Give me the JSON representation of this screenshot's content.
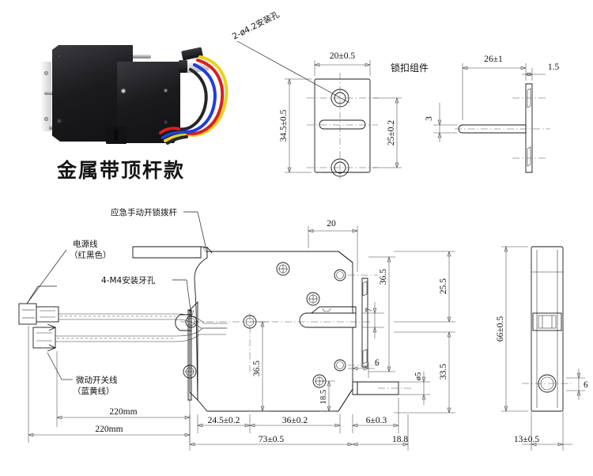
{
  "sheet": {
    "background": "#ffffff",
    "line_color": "#1a1a1a"
  },
  "product_photo": {
    "caption": "金属带顶杆款",
    "body_color": "#1b1b1e",
    "wire_colors": [
      "#d91f1f",
      "#1f3fd9",
      "#e8d21f",
      "#161616"
    ],
    "connector_color": "#efefef"
  },
  "views": {
    "lock_catch": {
      "title": "锁扣组件",
      "hole_callout": "2-ø4.2安装孔",
      "dim_width": "20±0.5",
      "dim_height": "34.5±0.5",
      "dim_hole_spacing": "25±0.2"
    },
    "lock_catch_side": {
      "dim_length": "26±1",
      "dim_thickness": "1.5",
      "dim_rod": "3"
    },
    "main_body": {
      "label_emergency_lever": "应急手动开锁拨杆",
      "label_power_wire": "电源线",
      "label_power_wire_sub": "（红黑色）",
      "label_mount_holes": "4-M4安装牙孔",
      "label_switch_wire": "微动开关线",
      "label_switch_wire_sub": "（蓝黄线）",
      "dim_cable_1": "220mm",
      "dim_cable_2": "220mm",
      "dim_top_20": "20",
      "dim_36_5_a": "36.5",
      "dim_36_5_b": "36.5",
      "dim_25_5": "25.5",
      "dim_7": "7",
      "dim_18_5": "18.5",
      "dim_6_left": "6",
      "dim_dia5": "ø5",
      "dim_33_5": "33.5",
      "dim_24_5": "24.5±0.2",
      "dim_36": "36±0.2",
      "dim_6_tol": "6±0.3",
      "dim_73": "73±0.5",
      "dim_18_8": "18.8"
    },
    "end_view": {
      "dim_height": "66±0.5",
      "dim_width": "13±0.5",
      "dim_6": "6"
    }
  }
}
